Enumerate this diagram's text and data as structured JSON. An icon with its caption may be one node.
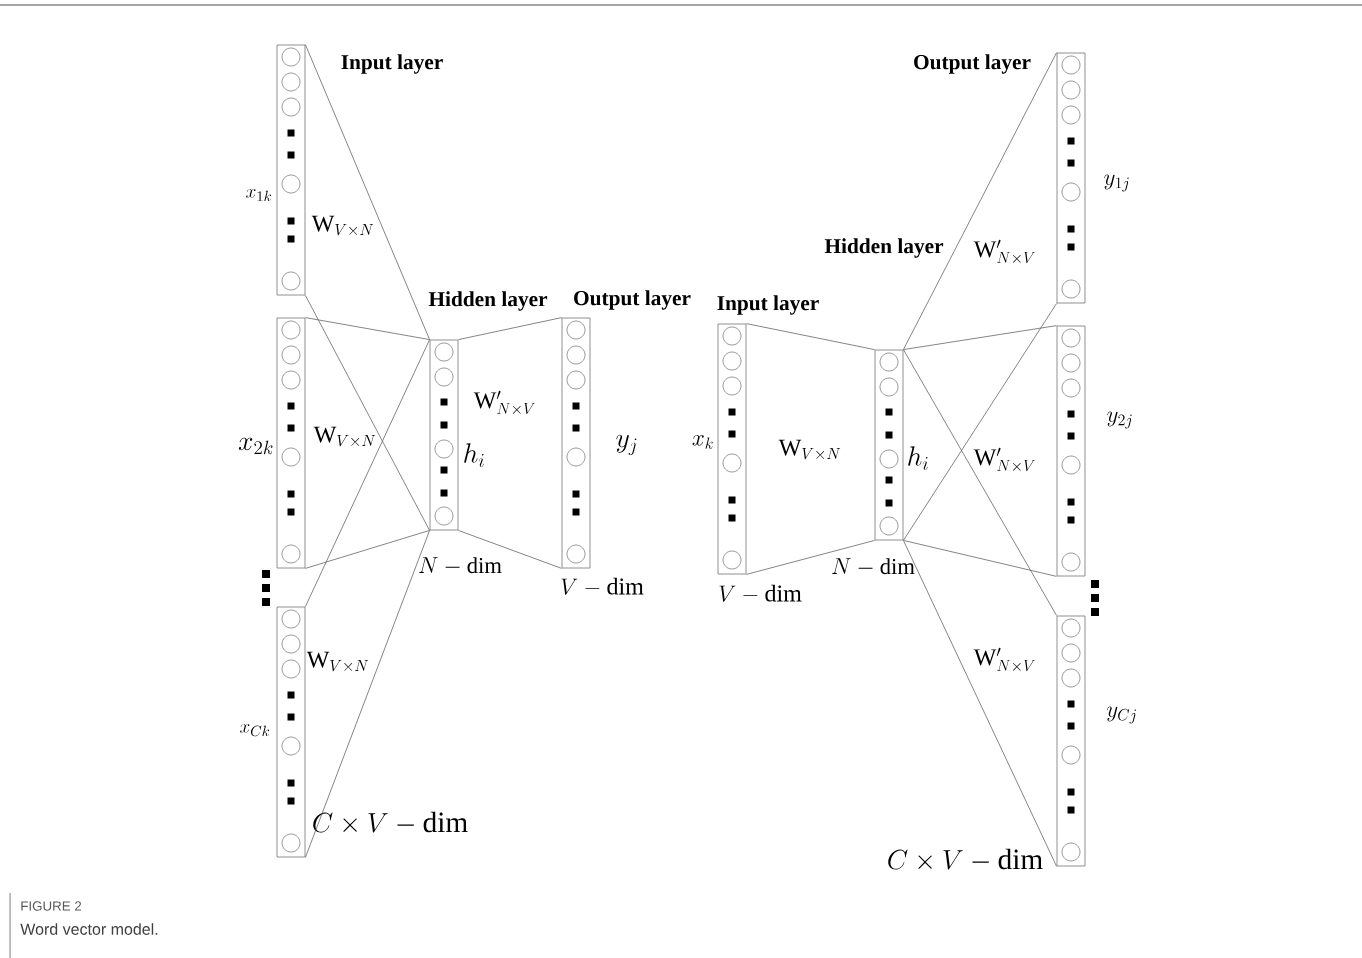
{
  "diagram": {
    "caption": "Word vector model.",
    "nodes": [
      {
        "text": [
          "Input layer"
        ],
        "beside": [
          "x_{1k}"
        ]
      },
      {
        "text": [],
        "shape": "box",
        "beside": [
          "x_{2k}"
        ]
      },
      {
        "text": [],
        "shape": "box",
        "beside": [
          "x_{Ck}",
          "C\\times V-\\mathrm{dim}"
        ]
      },
      {
        "text": [
          "Hidden layer"
        ],
        "beside": [
          "h_i",
          "N-\\mathrm{dim}"
        ]
      },
      {
        "text": [
          "Output layer"
        ],
        "beside": [
          "y_j",
          "V-\\mathrm{dim}"
        ]
      },
      {
        "text": [
          "Input layer"
        ],
        "beside": [
          "x_k",
          "V-\\mathrm{dim}"
        ]
      },
      {
        "text": [
          "Hidden layer"
        ],
        "beside": [
          "h_i",
          "N-\\mathrm{dim}"
        ]
      },
      {
        "text": [
          "Output layer"
        ],
        "beside": [
          "y_{1j}"
        ]
      },
      {
        "text": [],
        "shape": "box",
        "beside": [
          "y_{2j}"
        ]
      },
      {
        "text": [],
        "shape": "box",
        "beside": [
          "y_{Cj}",
          "C\\times V-\\mathrm{dim}"
        ]
      }
    ],
    "edges": [
      {
        "from": 0,
        "to": 3,
        "arrow": "none"
      },
      {
        "from": 1,
        "to": 3,
        "arrow": "none"
      },
      {
        "from": 2,
        "to": 3,
        "arrow": "none"
      },
      {
        "from": 3,
        "to": 4,
        "arrow": "none"
      },
      {
        "from": 5,
        "to": 6,
        "arrow": "none"
      },
      {
        "from": 6,
        "to": 7,
        "arrow": "none"
      },
      {
        "from": 6,
        "to": 8,
        "arrow": "none"
      },
      {
        "from": 6,
        "to": 9,
        "arrow": "none"
      }
    ],
    "labels": [
      "\\mathrm{W}_{V\\times N}",
      "\\mathrm{W}'_{N\\times V}",
      "\\mathrm{W}'_{N\\times V}",
      "\\mathrm{W}_{V\\times N}",
      "\\mathrm{W}_{V\\times N}",
      "\\mathrm{W}'_{N\\times V}",
      "\\mathrm{W}_{V\\times N}",
      "\\mathrm{W}'_{N\\times V}",
      "FIGURE 2"
    ]
  }
}
